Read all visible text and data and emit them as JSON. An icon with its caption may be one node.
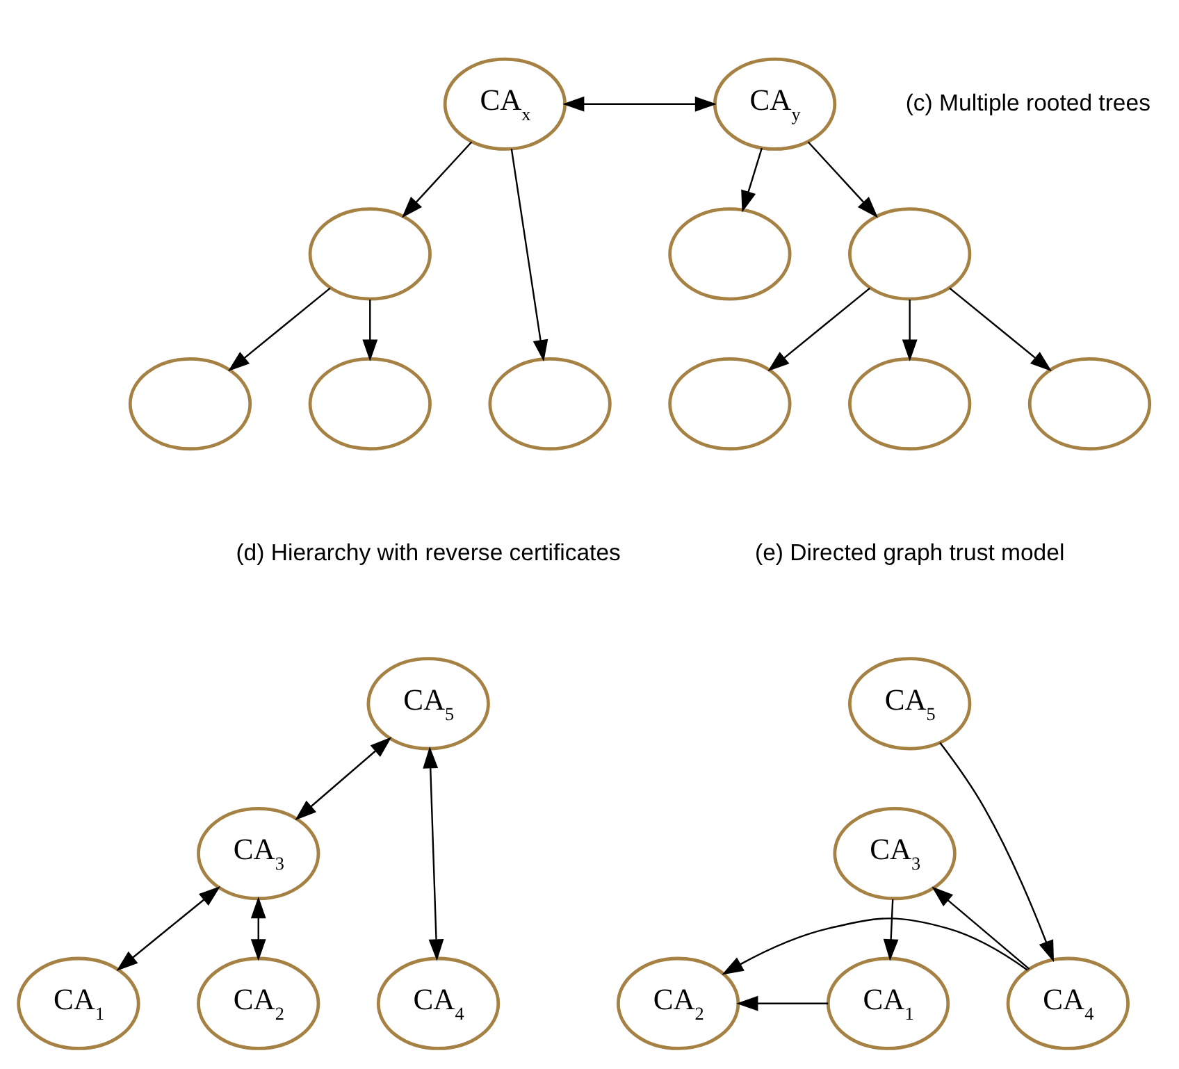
{
  "diagram": {
    "nodes": [
      {
        "text": [
          "CA$_{x}$"
        ]
      },
      {
        "text": [
          "CA$_{y}$"
        ]
      },
      {
        "text": [],
        "shape": "ellipse"
      },
      {
        "text": [],
        "shape": "ellipse"
      },
      {
        "text": [],
        "shape": "ellipse"
      },
      {
        "text": [],
        "shape": "ellipse"
      },
      {
        "text": [],
        "shape": "ellipse"
      },
      {
        "text": [],
        "shape": "ellipse"
      },
      {
        "text": [],
        "shape": "ellipse"
      },
      {
        "text": [],
        "shape": "ellipse"
      },
      {
        "text": [],
        "shape": "ellipse"
      },
      {
        "text": [
          "CA$_{5}$"
        ]
      },
      {
        "text": [
          "CA$_{3}$"
        ]
      },
      {
        "text": [
          "CA$_{1}$"
        ]
      },
      {
        "text": [
          "CA$_{2}$"
        ]
      },
      {
        "text": [
          "CA$_{4}$"
        ]
      },
      {
        "text": [
          "CA$_{5}$"
        ]
      },
      {
        "text": [
          "CA$_{3}$"
        ]
      },
      {
        "text": [
          "CA$_{1}$"
        ]
      },
      {
        "text": [
          "CA$_{2}$"
        ]
      },
      {
        "text": [
          "CA$_{4}$"
        ]
      }
    ],
    "edges": [
      {
        "from": 0,
        "to": 1,
        "arrow": "both"
      },
      {
        "from": 0,
        "to": 2,
        "arrow": "to"
      },
      {
        "from": 0,
        "to": 7,
        "arrow": "to"
      },
      {
        "from": 1,
        "to": 3,
        "arrow": "to"
      },
      {
        "from": 1,
        "to": 4,
        "arrow": "to"
      },
      {
        "from": 2,
        "to": 5,
        "arrow": "to"
      },
      {
        "from": 2,
        "to": 6,
        "arrow": "to"
      },
      {
        "from": 4,
        "to": 8,
        "arrow": "to"
      },
      {
        "from": 4,
        "to": 9,
        "arrow": "to"
      },
      {
        "from": 4,
        "to": 10,
        "arrow": "to"
      },
      {
        "from": 11,
        "to": 12,
        "arrow": "both"
      },
      {
        "from": 11,
        "to": 15,
        "arrow": "both"
      },
      {
        "from": 12,
        "to": 13,
        "arrow": "both"
      },
      {
        "from": 12,
        "to": 14,
        "arrow": "both"
      },
      {
        "from": 16,
        "to": 20,
        "arrow": "to"
      },
      {
        "from": 20,
        "to": 17,
        "arrow": "to"
      },
      {
        "from": 17,
        "to": 18,
        "arrow": "to"
      },
      {
        "from": 18,
        "to": 19,
        "arrow": "to"
      },
      {
        "from": 20,
        "to": 19,
        "arrow": "to"
      }
    ],
    "labels": [
      "(c) Multiple rooted trees",
      "(d) Hierarchy with reverse certificates",
      "(e) Directed graph trust model"
    ]
  }
}
